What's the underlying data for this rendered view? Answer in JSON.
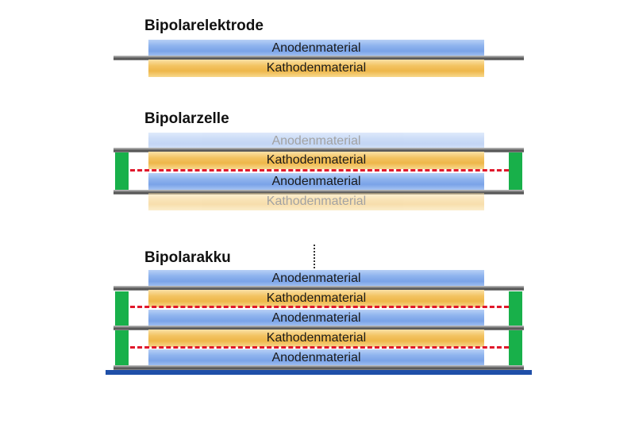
{
  "electrode": {
    "title": "Bipolarelektrode",
    "anode_label": "Anodenmaterial",
    "cathode_label": "Kathodenmaterial"
  },
  "cell": {
    "title": "Bipolarzelle",
    "layer1": "Anodenmaterial",
    "layer2": "Kathodenmaterial",
    "layer3": "Anodenmaterial",
    "layer4": "Kathodenmaterial"
  },
  "battery": {
    "title": "Bipolarakku",
    "layer1": "Anodenmaterial",
    "layer2": "Kathodenmaterial",
    "layer3": "Anodenmaterial",
    "layer4": "Kathodenmaterial",
    "layer5": "Anodenmaterial"
  },
  "colors": {
    "anode": "#8eb3ee",
    "cathode": "#f3c463",
    "foil": "#6e6e6e",
    "seal": "#18b04a",
    "separator": "#e0182b",
    "base": "#1f4fa8"
  }
}
